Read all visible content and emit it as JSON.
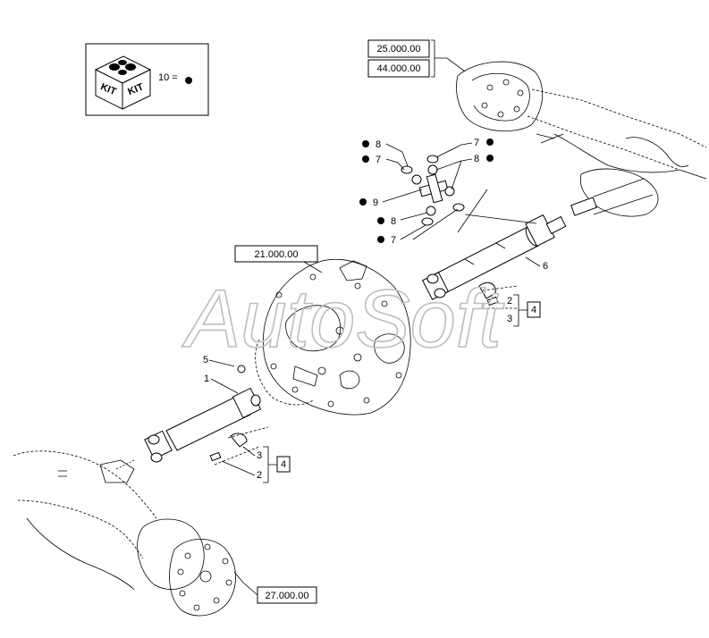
{
  "kit": {
    "box_label_1": "KIT",
    "box_label_2": "KIT",
    "legend_text": "10 ="
  },
  "references": {
    "front_axle_1": "25.000.00",
    "front_axle_2": "44.000.00",
    "transmission": "21.000.00",
    "rear_axle": "27.000.00"
  },
  "callouts": {
    "c1": "1",
    "c2": "2",
    "c3": "3",
    "c4": "4",
    "c5": "5",
    "c6": "6",
    "c2b": "2",
    "c3b": "3",
    "c4b": "4",
    "k8a": "8",
    "k7a": "7",
    "k9": "9",
    "k8b": "8",
    "k7b": "7",
    "k7c": "7",
    "k8c": "8"
  },
  "watermark": "AutoSoft",
  "colors": {
    "line": "#000000",
    "watermark": "#bdbdbd",
    "background": "#ffffff"
  }
}
